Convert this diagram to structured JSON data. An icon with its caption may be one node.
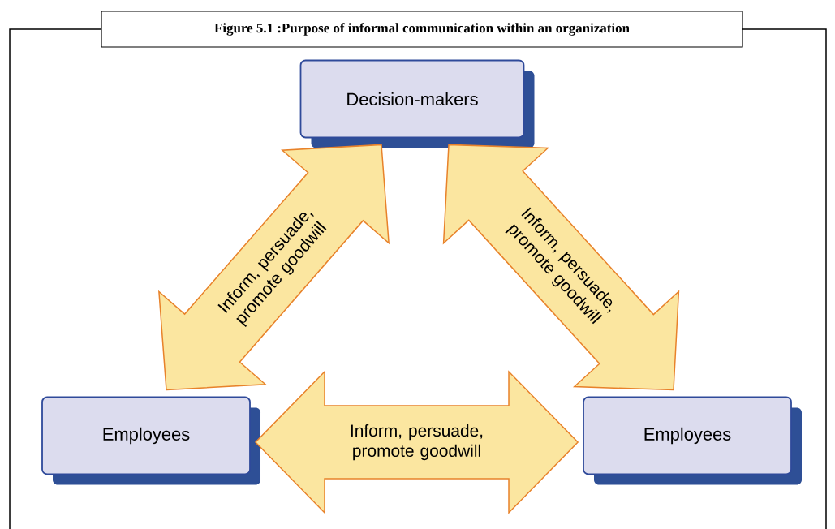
{
  "diagram": {
    "title": "Figure 5.1 :Purpose of informal communication within an organization",
    "nodes": [
      {
        "text": [
          "Decision-makers"
        ]
      },
      {
        "text": [
          "Employees"
        ]
      },
      {
        "text": [
          "Employees"
        ]
      }
    ],
    "edges": [
      {
        "from": 1,
        "to": 0,
        "arrow": "both",
        "label": "Inform, persuade, promote goodwill"
      },
      {
        "from": 0,
        "to": 2,
        "arrow": "both",
        "label": "Inform, persuade, promote goodwill"
      },
      {
        "from": 1,
        "to": 2,
        "arrow": "both",
        "label": "Inform, persuade, promote goodwill"
      }
    ]
  }
}
